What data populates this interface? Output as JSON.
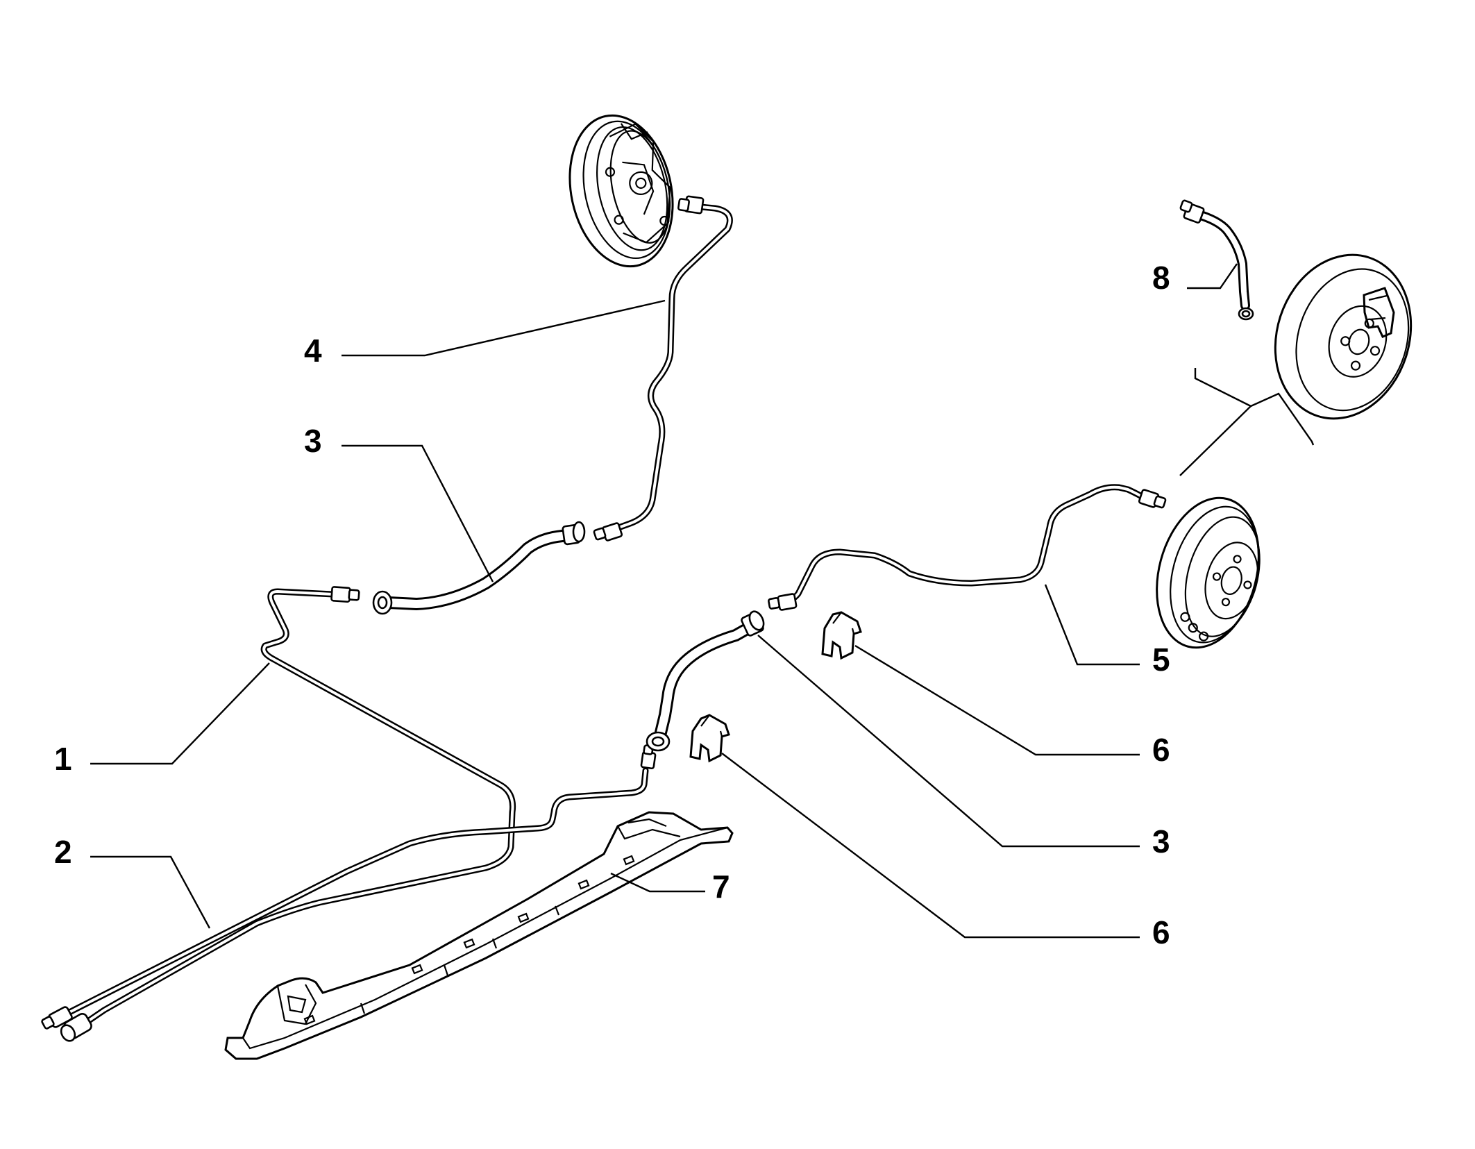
{
  "callouts": {
    "c1": "1",
    "c2": "2",
    "c3a": "3",
    "c3b": "3",
    "c4": "4",
    "c5": "5",
    "c6a": "6",
    "c6b": "6",
    "c7": "7",
    "c8": "8"
  }
}
